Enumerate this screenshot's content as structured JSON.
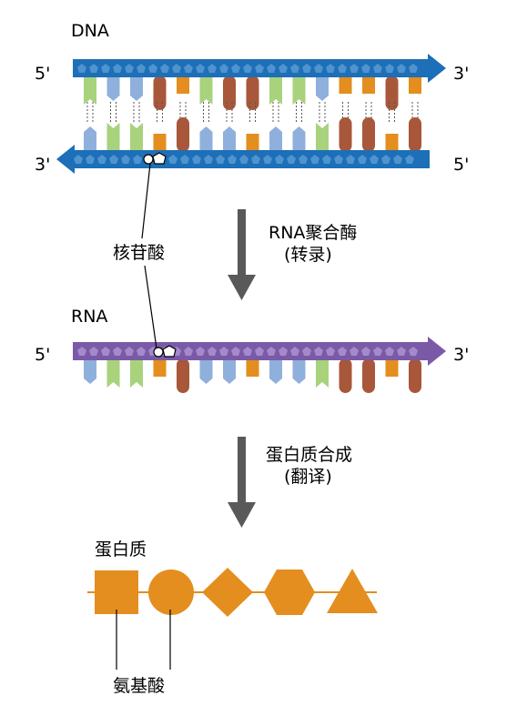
{
  "labels": {
    "dna_title": "DNA",
    "rna_title": "RNA",
    "protein_title": "蛋白质",
    "nucleotide": "核苷酸",
    "amino_acid": "氨基酸",
    "enzyme": "RNA聚合酶",
    "transcription": "(转录)",
    "protein_synthesis": "蛋白质合成",
    "translation": "(翻译)"
  },
  "ends": {
    "dna_top_left": "5'",
    "dna_top_right": "3'",
    "dna_bottom_left": "3'",
    "dna_bottom_right": "5'",
    "rna_left": "5'",
    "rna_right": "3'"
  },
  "colors": {
    "dna_backbone": "#1d6fb7",
    "dna_backbone_dots": "#4f93cf",
    "rna_backbone": "#7a5aa6",
    "rna_backbone_dots": "#a58acb",
    "base_green": "#a9d27c",
    "base_blue": "#8fb0dc",
    "base_brown": "#a9573a",
    "base_orange": "#e38e1e",
    "protein": "#e38e1e",
    "arrow": "#595959"
  },
  "dna_top_bases": [
    "green",
    "blue",
    "blue",
    "brown",
    "orange",
    "green",
    "brown",
    "brown",
    "green",
    "green",
    "blue",
    "orange",
    "orange",
    "brown",
    "orange"
  ],
  "dna_bottom_bases": [
    "blue",
    "green",
    "green",
    "orange",
    "brown",
    "blue",
    "blue",
    "orange",
    "blue",
    "blue",
    "green",
    "brown",
    "brown",
    "orange",
    "brown"
  ],
  "rna_bases": [
    "blue",
    "green",
    "green",
    "orange",
    "brown",
    "blue",
    "blue",
    "orange",
    "blue",
    "blue",
    "green",
    "brown",
    "brown",
    "orange",
    "brown"
  ],
  "amino_acids": [
    "square",
    "circle",
    "diamond",
    "hexagon",
    "triangle"
  ]
}
